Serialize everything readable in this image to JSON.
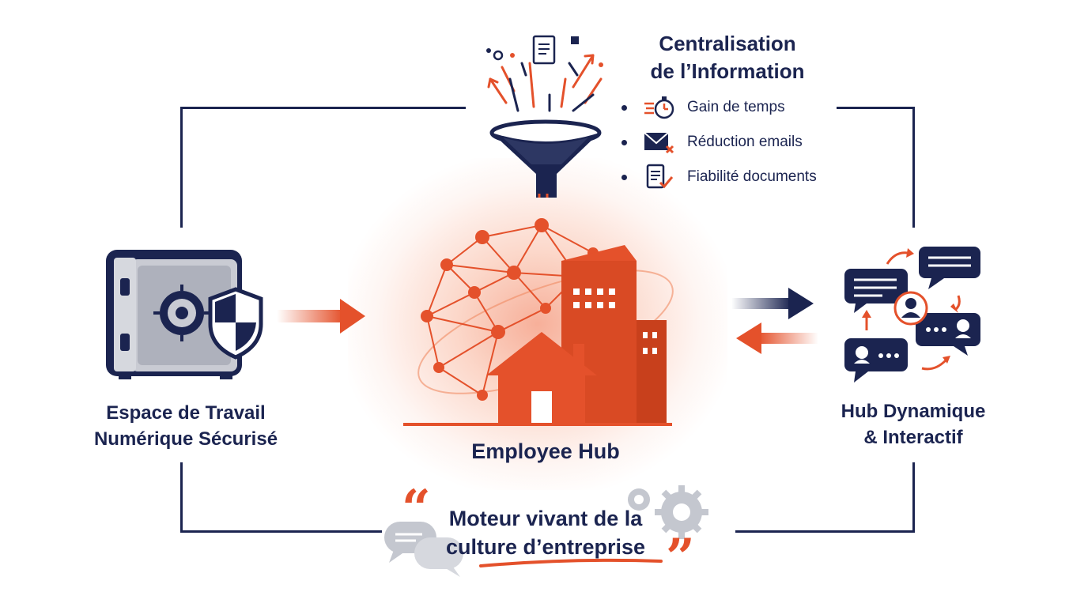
{
  "left_label": {
    "line1": "Espace de Travail",
    "line2": "Numérique Sécurisé"
  },
  "right_label": {
    "line1": "Hub Dynamique",
    "line2": "& Interactif"
  },
  "top_title": {
    "line1": "Centralisation",
    "line2": "de l’Information"
  },
  "top_benefits": [
    {
      "icon": "stopwatch-icon",
      "label": "Gain de temps"
    },
    {
      "icon": "envelope-x-icon",
      "label": "Réduction emails"
    },
    {
      "icon": "document-check-icon",
      "label": "Fiabilité documents"
    }
  ],
  "center_label": "Employee Hub",
  "bottom_quote": {
    "line1": "Moteur vivant de la",
    "line2": "culture d’entreprise"
  },
  "colors": {
    "navy": "#1b2450",
    "orange": "#e4512b",
    "light_orange": "#f08a62",
    "gray": "#b5b8c2"
  }
}
